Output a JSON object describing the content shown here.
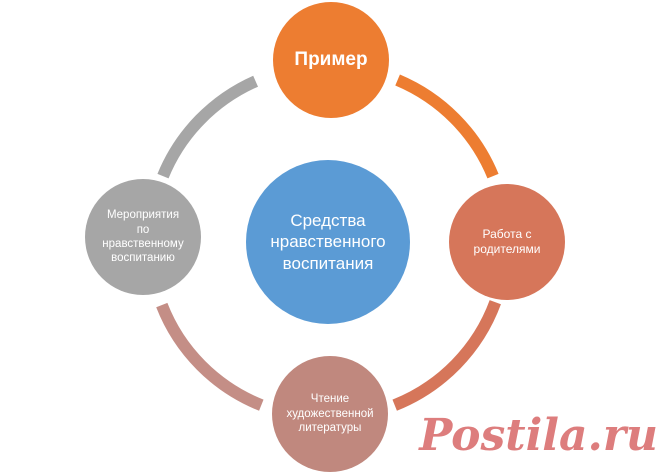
{
  "diagram": {
    "center": {
      "label": "Средства\nнравственного\nвоспитания",
      "color": "#5b9bd5"
    },
    "nodes": [
      {
        "id": "top",
        "label": "Пример",
        "color": "#ed7d31"
      },
      {
        "id": "right",
        "label": "Работа с\nродителями",
        "color": "#d6765a"
      },
      {
        "id": "bottom",
        "label": "Чтение\nхудожественной\nлитературы",
        "color": "#c0887e"
      },
      {
        "id": "left",
        "label": "Мероприятия\nпо\nнравственному\nвоспитанию",
        "color": "#a6a6a6"
      }
    ],
    "arcs": [
      {
        "from": "top",
        "to": "right",
        "color": "#ed7d31"
      },
      {
        "from": "right",
        "to": "bottom",
        "color": "#d6765a"
      },
      {
        "from": "bottom",
        "to": "left",
        "color": "#c48e86"
      },
      {
        "from": "left",
        "to": "top",
        "color": "#a6a6a6"
      }
    ]
  },
  "watermark": {
    "text": "Postila.ru",
    "color": "#c82828"
  }
}
